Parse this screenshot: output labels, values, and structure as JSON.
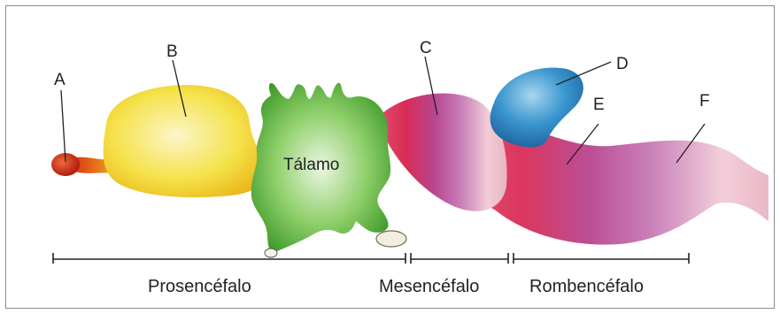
{
  "labels": {
    "a": "A",
    "b": "B",
    "c": "C",
    "d": "D",
    "e": "E",
    "f": "F",
    "thalamus": "Tálamo"
  },
  "regions": {
    "prosencephalon": "Prosencéfalo",
    "mesencephalon": "Mesencéfalo",
    "rhombencephalon": "Rombencéfalo"
  },
  "colors": {
    "a": "#c62a12",
    "b": "#f2dc2c",
    "thalamus": "#5fb43c",
    "c": "#d9325a",
    "d": "#2f8ec8",
    "e": "#9a4aa0",
    "f": "#f3c4cf"
  }
}
